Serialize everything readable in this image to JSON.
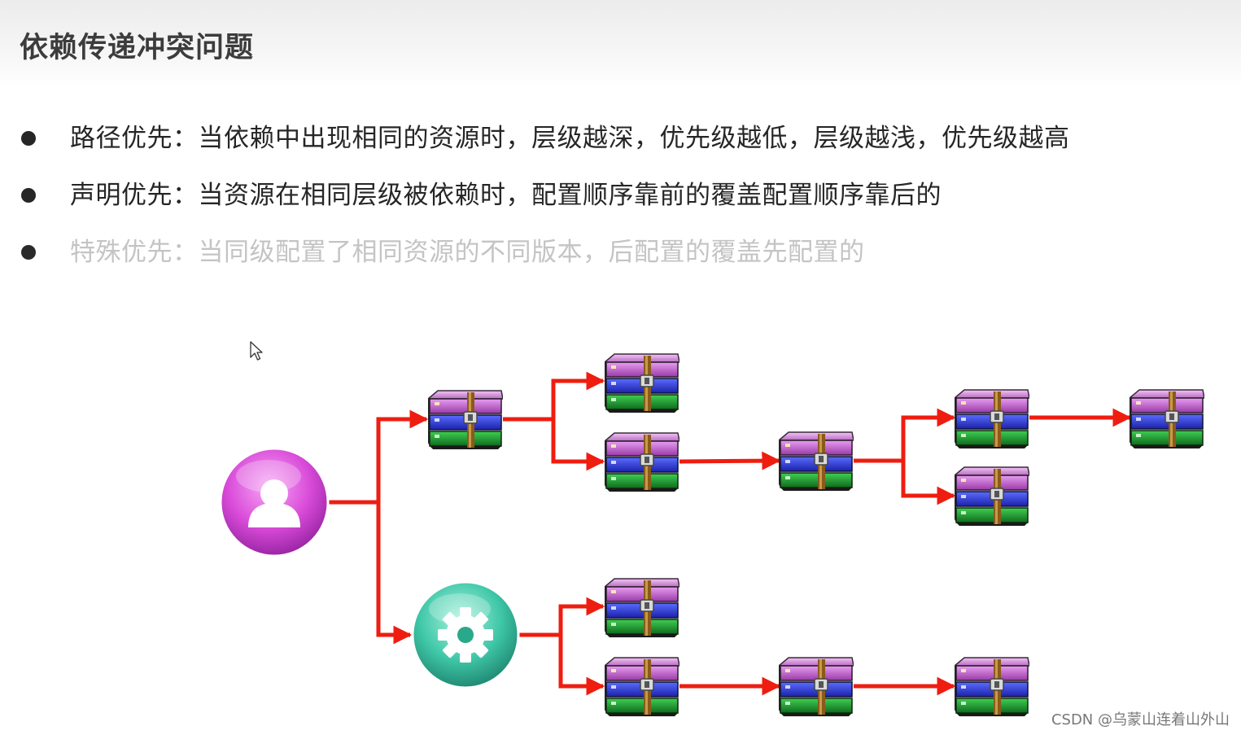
{
  "title": "依赖传递冲突问题",
  "bullets": [
    {
      "label": "路径优先：",
      "text": "当依赖中出现相同的资源时，层级越深，优先级越低，层级越浅，优先级越高"
    },
    {
      "label": "声明优先：",
      "text": "当资源在相同层级被依赖时，配置顺序靠前的覆盖配置顺序靠后的"
    },
    {
      "label": "特殊优先：",
      "text": "当同级配置了相同资源的不同版本，后配置的覆盖先配置的"
    }
  ],
  "watermark": "CSDN @乌蒙山连着山外山",
  "colors": {
    "arrow": "#ee1d10",
    "user_node": "#d94bd9",
    "settings_node": "#3fc7a8",
    "pkg_pink": "#c86bd6",
    "pkg_blue": "#2b3ee0",
    "pkg_green": "#1e9a2e"
  },
  "icons": {
    "user": "user-icon",
    "settings": "gear-icon",
    "package": "archive-package-icon",
    "cursor": "mouse-cursor-icon"
  }
}
